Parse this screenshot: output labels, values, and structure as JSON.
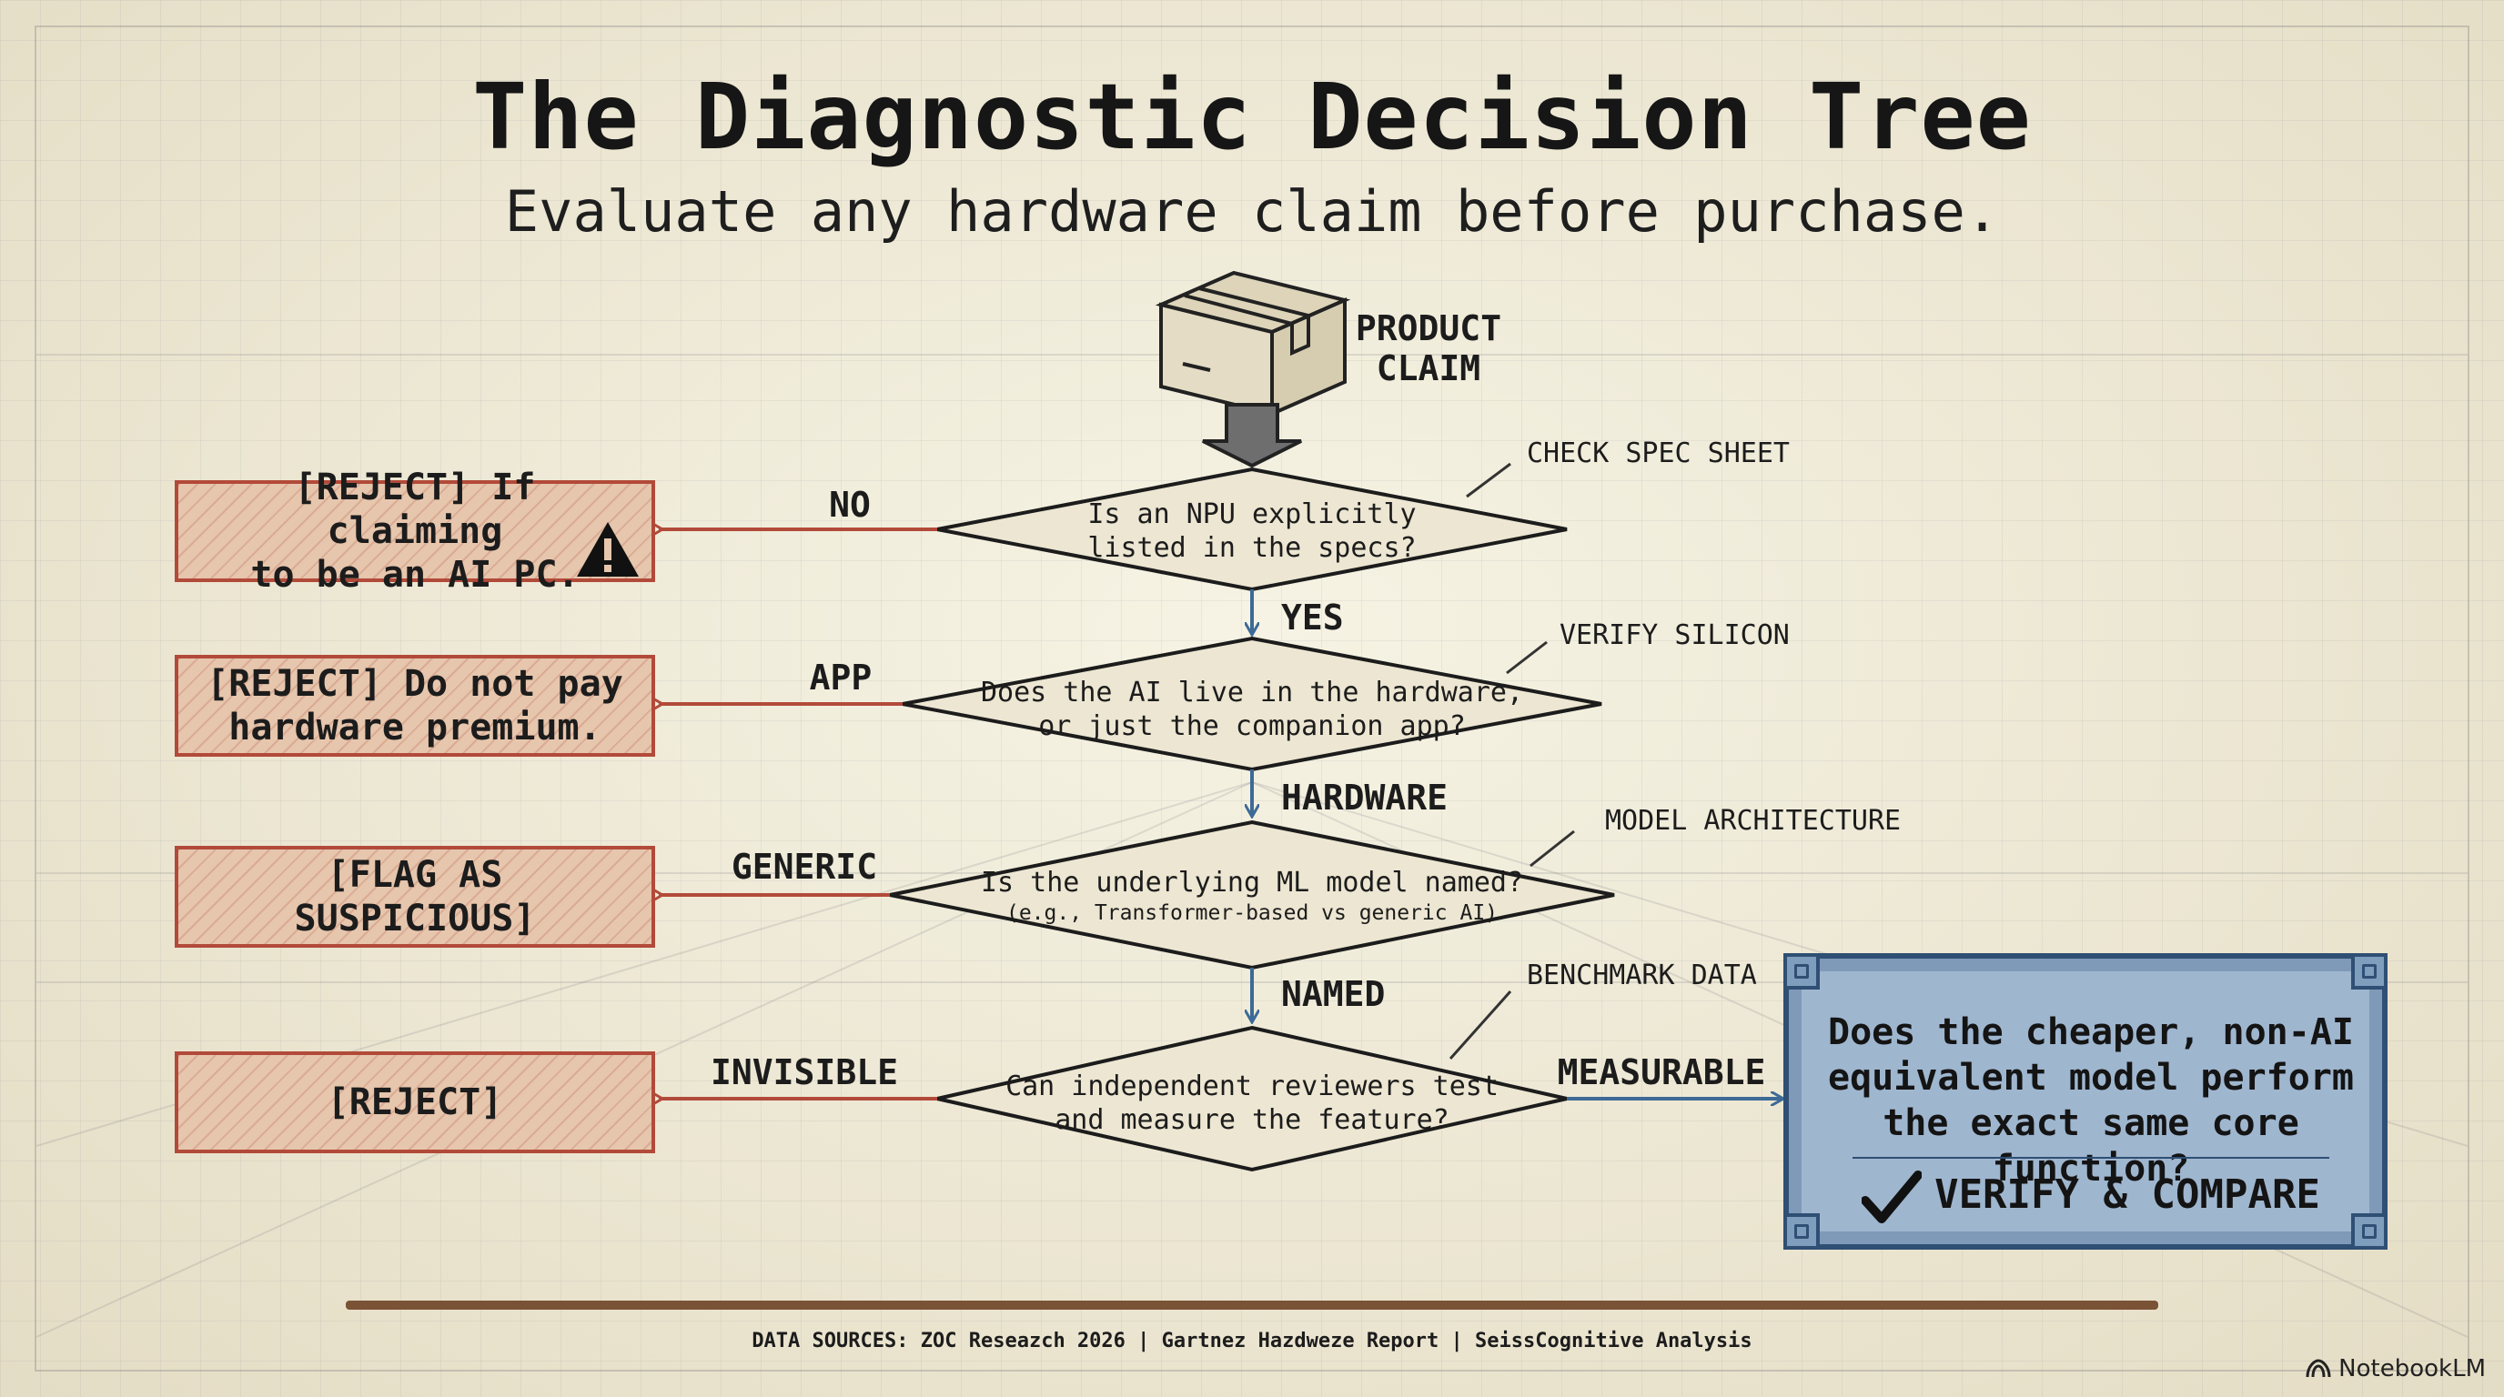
{
  "header": {
    "title": "The Diagnostic Decision Tree",
    "subtitle": "Evaluate any hardware claim before purchase."
  },
  "start": {
    "label_line1": "PRODUCT",
    "label_line2": "CLAIM"
  },
  "decisions": [
    {
      "line1": "Is an NPU explicitly",
      "line2": "listed in the specs?",
      "note": "CHECK SPEC SHEET",
      "left_label": "NO",
      "down_label": "YES"
    },
    {
      "line1": "Does the AI live in the hardware,",
      "line2": "or just the companion app?",
      "note": "VERIFY SILICON",
      "left_label": "APP",
      "down_label": "HARDWARE"
    },
    {
      "line1": "Is the underlying ML model named?",
      "line2": "(e.g., Transformer-based vs generic AI)",
      "note": "MODEL ARCHITECTURE",
      "left_label": "GENERIC",
      "down_label": "NAMED"
    },
    {
      "line1": "Can independent reviewers test",
      "line2": "and measure the feature?",
      "note": "BENCHMARK DATA",
      "left_label": "INVISIBLE",
      "right_label": "MEASURABLE"
    }
  ],
  "outcomes": [
    {
      "text": "[REJECT] If claiming\nto be an AI PC.",
      "icon": "warning-icon"
    },
    {
      "text": "[REJECT] Do not pay\nhardware premium."
    },
    {
      "text": "[FLAG AS SUSPICIOUS]"
    },
    {
      "text": "[REJECT]"
    }
  ],
  "final": {
    "question": "Does the cheaper, non-AI equivalent model perform the exact same core function?",
    "action": "VERIFY & COMPARE",
    "icon": "checkmark-icon"
  },
  "footer": {
    "sources": "DATA SOURCES: ZOC Reseazch 2026 | Gartnez Hazdweze Report | SeissCognitive Analysis"
  },
  "brand": {
    "name": "NotebookLM"
  },
  "colors": {
    "reject": "#b24a3a",
    "flow": "#3d6a96",
    "final": "#2f4f74"
  }
}
